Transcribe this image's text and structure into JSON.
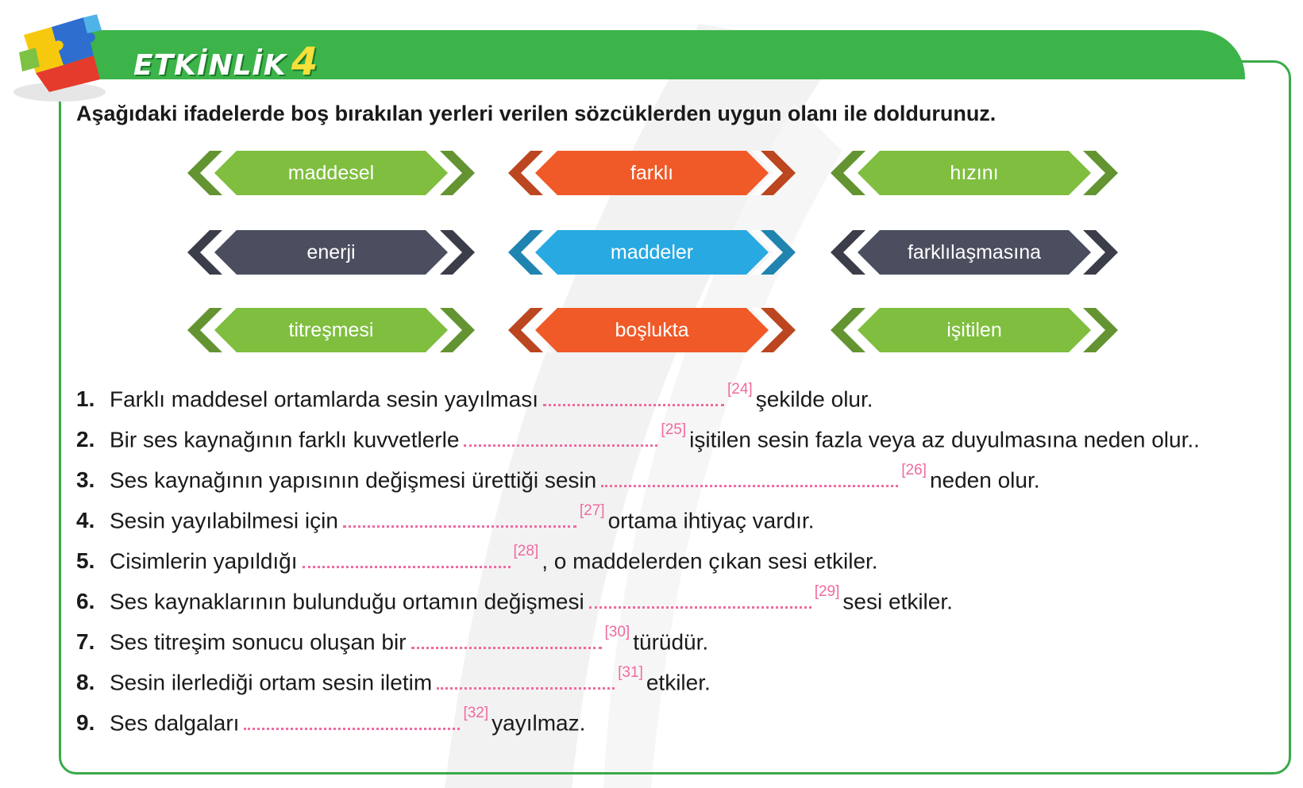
{
  "header": {
    "title": "ETKİNLİK",
    "number": "4"
  },
  "instruction": "Aşağıdaki ifadelerde boş bırakılan yerleri verilen sözcüklerden uygun olanı ile doldurunuz.",
  "words": [
    {
      "label": "maddesel",
      "color": "#7fbe3f"
    },
    {
      "label": "farklı",
      "color": "#f05a28"
    },
    {
      "label": "hızını",
      "color": "#7fbe3f"
    },
    {
      "label": "enerji",
      "color": "#4b4e5e"
    },
    {
      "label": "maddeler",
      "color": "#29a9e1"
    },
    {
      "label": "farklılaşmasına",
      "color": "#4b4e5e"
    },
    {
      "label": "titreşmesi",
      "color": "#7fbe3f"
    },
    {
      "label": "boşlukta",
      "color": "#f05a28"
    },
    {
      "label": "işitilen",
      "color": "#7fbe3f"
    }
  ],
  "items": [
    {
      "num": "1.",
      "before": "Farklı maddesel ortamlarda sesin yayılması",
      "ref": "[24]",
      "after": "şekilde olur."
    },
    {
      "num": "2.",
      "before": "Bir ses kaynağının farklı kuvvetlerle",
      "ref": "[25]",
      "after": "işitilen sesin fazla veya az duyulmasına neden olur.."
    },
    {
      "num": "3.",
      "before": "Ses kaynağının yapısının değişmesi ürettiği sesin",
      "ref": "[26]",
      "after": "neden olur."
    },
    {
      "num": "4.",
      "before": "Sesin yayılabilmesi için",
      "ref": "[27]",
      "after": "ortama ihtiyaç vardır."
    },
    {
      "num": "5.",
      "before": "Cisimlerin yapıldığı",
      "ref": "[28]",
      "after": ", o maddelerden çıkan sesi etkiler."
    },
    {
      "num": "6.",
      "before": "Ses kaynaklarının bulunduğu ortamın değişmesi",
      "ref": "[29]",
      "after": "sesi etkiler."
    },
    {
      "num": "7.",
      "before": "Ses titreşim sonucu oluşan bir",
      "ref": "[30]",
      "after": "türüdür."
    },
    {
      "num": "8.",
      "before": "Sesin ilerlediği ortam sesin iletim",
      "ref": "[31]",
      "after": "etkiler."
    },
    {
      "num": "9.",
      "before": "Ses dalgaları",
      "ref": "[32]",
      "after": "yayılmaz."
    }
  ],
  "colors": {
    "header_green": "#3cb44a",
    "frame_green": "#3aaa4a",
    "blank_pink": "#f06aa0"
  },
  "icons": {
    "logo": "puzzle-pieces-icon"
  }
}
